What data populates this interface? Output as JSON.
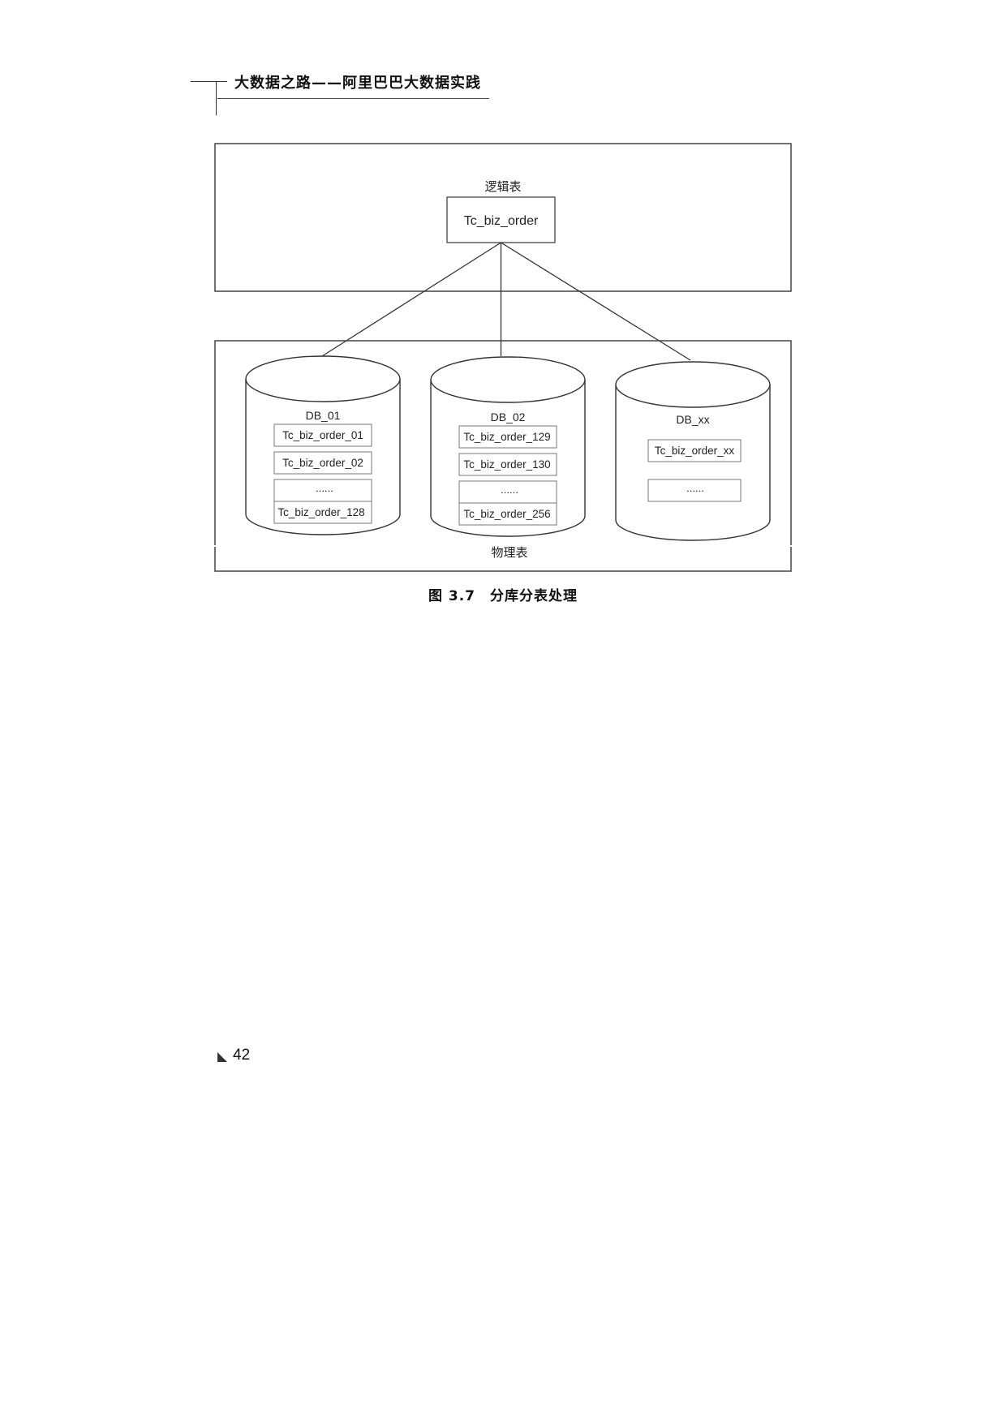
{
  "header": {
    "title": "大数据之路——阿里巴巴大数据实践"
  },
  "figure": {
    "logical_label": "逻辑表",
    "logical_table": "Tc_biz_order",
    "physical_label": "物理表",
    "databases": [
      {
        "name": "DB_01",
        "tables": [
          "Tc_biz_order_01",
          "Tc_biz_order_02",
          "......",
          "Tc_biz_order_128"
        ]
      },
      {
        "name": "DB_02",
        "tables": [
          "Tc_biz_order_129",
          "Tc_biz_order_130",
          "......",
          "Tc_biz_order_256"
        ]
      },
      {
        "name": "DB_xx",
        "tables": [
          "Tc_biz_order_xx",
          "......"
        ]
      }
    ]
  },
  "caption": {
    "number": "图 3.7",
    "text": "分库分表处理"
  },
  "footer": {
    "page_number": "42"
  }
}
